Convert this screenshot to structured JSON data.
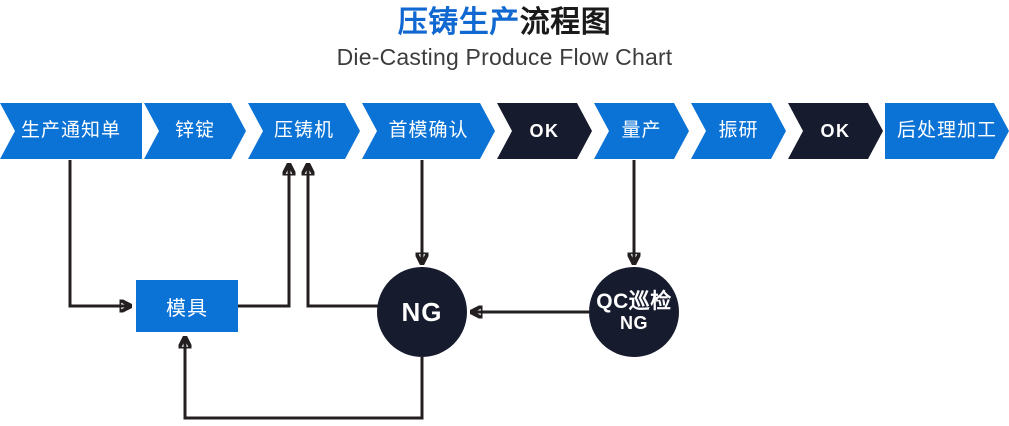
{
  "header": {
    "title_accent": "压铸生产",
    "title_rest": "流程图",
    "subtitle": "Die-Casting Produce Flow Chart"
  },
  "colors": {
    "brand_blue": "#0b72d6",
    "title_blue": "#1068d0",
    "dark_navy": "#161b2e",
    "connector": "#231f20",
    "background": "#ffffff",
    "text_on_fill": "#ffffff"
  },
  "process_steps": [
    {
      "label": "生产通知单",
      "style": "blue",
      "kind": "cjk"
    },
    {
      "label": "锌锭",
      "style": "blue",
      "kind": "cjk"
    },
    {
      "label": "压铸机",
      "style": "blue",
      "kind": "cjk"
    },
    {
      "label": "首模确认",
      "style": "blue",
      "kind": "cjk"
    },
    {
      "label": "OK",
      "style": "dark",
      "kind": "latin"
    },
    {
      "label": "量产",
      "style": "blue",
      "kind": "cjk"
    },
    {
      "label": "振研",
      "style": "blue",
      "kind": "cjk"
    },
    {
      "label": "OK",
      "style": "dark",
      "kind": "latin"
    },
    {
      "label": "后处理加工",
      "style": "blue",
      "kind": "cjk"
    }
  ],
  "nodes": {
    "mold": {
      "label": "模具",
      "shape": "rectangle",
      "style": "blue"
    },
    "ng": {
      "label": "NG",
      "shape": "circle",
      "style": "dark"
    },
    "qc": {
      "label_line1": "QC巡检",
      "label_line2": "NG",
      "shape": "circle",
      "style": "dark"
    }
  },
  "connectors": [
    {
      "from": "生产通知单",
      "to": "模具",
      "description": "down-then-right into mold left side"
    },
    {
      "from": "模具",
      "to": "压铸机",
      "description": "right-then-up into die-casting machine"
    },
    {
      "from": "首模确认",
      "to": "NG",
      "description": "down into NG circle"
    },
    {
      "from": "NG",
      "to": "压铸机",
      "description": "up-left into die-casting machine"
    },
    {
      "from": "量产",
      "to": "QC巡检NG",
      "description": "down into QC inspection circle"
    },
    {
      "from": "QC巡检NG",
      "to": "NG",
      "description": "left into NG circle"
    },
    {
      "from": "NG",
      "to": "模具",
      "description": "down-left-up into mold bottom"
    }
  ]
}
